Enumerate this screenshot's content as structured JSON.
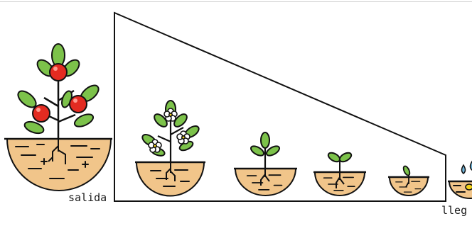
{
  "labels": {
    "start": "salida",
    "end": "lleg"
  },
  "colors": {
    "soil": "#f1c58a",
    "leaf": "#7cc24a",
    "fruit": "#e32b21",
    "flower": "#ffffff",
    "flower_center": "#f2d21a",
    "water": "#6fb3d8",
    "line": "#111111"
  },
  "stages": [
    {
      "name": "fruiting-plant",
      "icons": [
        "tomato-fruit-icon"
      ]
    },
    {
      "name": "flowering-plant",
      "icons": [
        "flower-icon"
      ]
    },
    {
      "name": "young-plant",
      "icons": [
        "leaf-icon"
      ]
    },
    {
      "name": "seedling",
      "icons": [
        "leaf-icon"
      ]
    },
    {
      "name": "sprout",
      "icons": [
        "leaf-icon"
      ]
    },
    {
      "name": "seed",
      "icons": [
        "seed-icon",
        "water-drop-icon"
      ]
    }
  ]
}
